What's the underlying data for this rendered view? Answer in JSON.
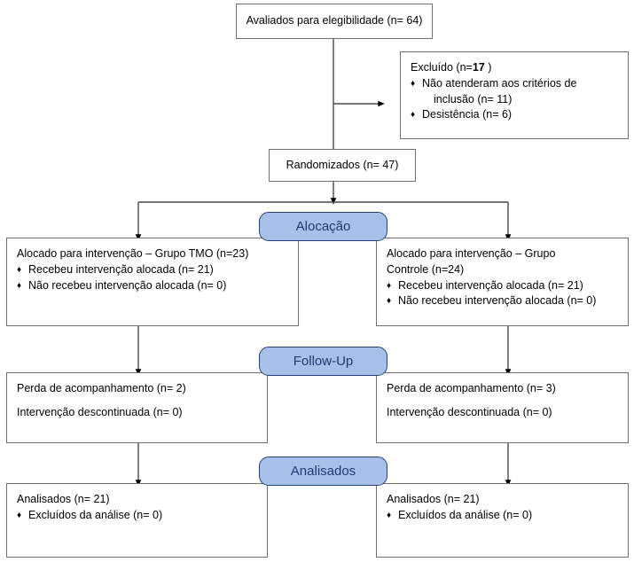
{
  "diagram": {
    "title": "CONSORT flow diagram",
    "language": "pt-BR",
    "colors": {
      "stage_fill": "#a8c0ea",
      "stage_border": "#26417a",
      "stage_text": "#1f3a6e",
      "box_border": "#6e6e6e",
      "box_fill": "#ffffff",
      "text": "#000000",
      "connector": "#000000"
    }
  },
  "nodes": {
    "enrollment": {
      "label": "Avaliados para elegibilidade (n= 64)"
    },
    "excluded": {
      "heading_prefix": "Excluído (n=",
      "heading_count": "17",
      "heading_suffix": " )",
      "items": [
        "Não atenderam aos critérios de",
        "inclusão (n= 11)",
        "Desistência (n= 6)"
      ]
    },
    "randomized": {
      "label": "Randomizados (n= 47)"
    },
    "allocation_left": {
      "heading": "Alocado para intervenção – Grupo TMO (n=23)",
      "items": [
        "Recebeu intervenção alocada (n= 21)",
        "Não recebeu intervenção alocada (n= 0)"
      ]
    },
    "allocation_right": {
      "heading_line1": "Alocado para intervenção – Grupo",
      "heading_line2": "Controle (n=24)",
      "items": [
        "Recebeu intervenção alocada (n= 21)",
        "Não recebeu intervenção alocada (n= 0)"
      ]
    },
    "followup_left": {
      "line1": "Perda de acompanhamento (n= 2)",
      "line2": "Intervenção descontinuada (n= 0)"
    },
    "followup_right": {
      "line1": "Perda de acompanhamento (n= 3)",
      "line2": "Intervenção descontinuada (n= 0)"
    },
    "analysis_left": {
      "heading": "Analisados (n= 21)",
      "items": [
        "Excluídos da análise (n= 0)"
      ]
    },
    "analysis_right": {
      "heading": "Analisados (n= 21)",
      "items": [
        "Excluídos da análise (n= 0)"
      ]
    }
  },
  "stages": {
    "allocation": "Alocação",
    "followup": "Follow-Up",
    "analysis": "Analisados"
  }
}
